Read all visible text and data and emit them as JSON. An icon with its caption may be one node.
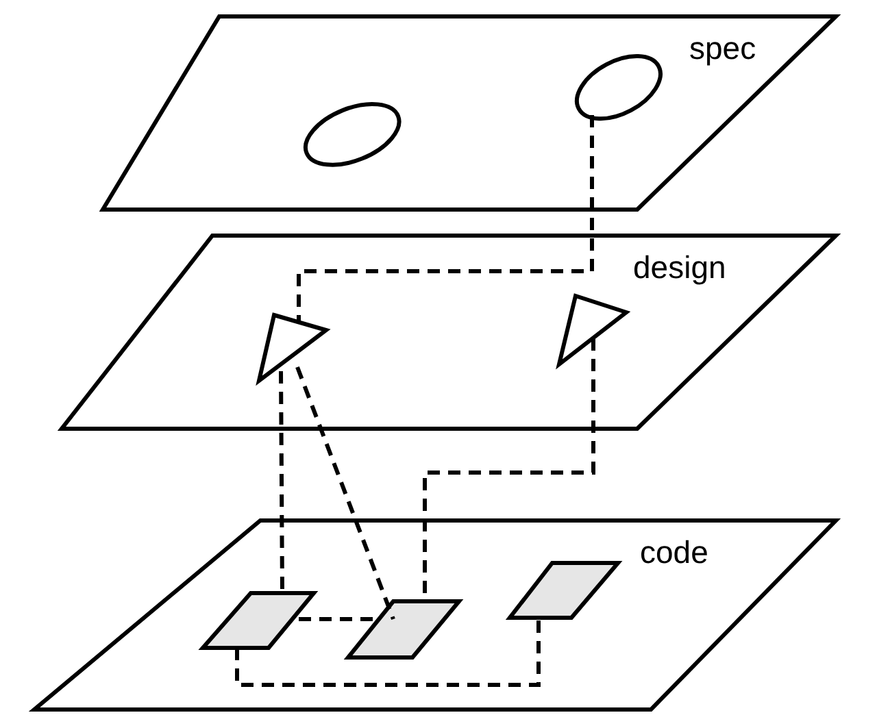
{
  "diagram": {
    "nodes": [
      {
        "text": [
          "spec"
        ]
      },
      {
        "text": [],
        "shape": "ellipse",
        "in": 0
      },
      {
        "text": [],
        "shape": "ellipse",
        "in": 0
      },
      {
        "text": [
          "design"
        ]
      },
      {
        "text": [],
        "shape": "triangle",
        "in": 3
      },
      {
        "text": [],
        "shape": "triangle",
        "in": 3
      },
      {
        "text": [
          "code"
        ]
      },
      {
        "text": [],
        "shape": "parallelogram",
        "in": 6
      },
      {
        "text": [],
        "shape": "parallelogram",
        "in": 6
      },
      {
        "text": [],
        "shape": "parallelogram",
        "in": 6
      }
    ],
    "edges": [
      {
        "from": 2,
        "to": 4,
        "arrow": "none",
        "style": "dashed"
      },
      {
        "from": 4,
        "to": 7,
        "arrow": "none",
        "style": "dashed"
      },
      {
        "from": 4,
        "to": 8,
        "arrow": "none",
        "style": "dashed"
      },
      {
        "from": 5,
        "to": 8,
        "arrow": "none",
        "style": "dashed"
      },
      {
        "from": 7,
        "to": 8,
        "arrow": "none",
        "style": "dashed"
      },
      {
        "from": 7,
        "to": 9,
        "arrow": "none",
        "style": "dashed"
      }
    ]
  }
}
